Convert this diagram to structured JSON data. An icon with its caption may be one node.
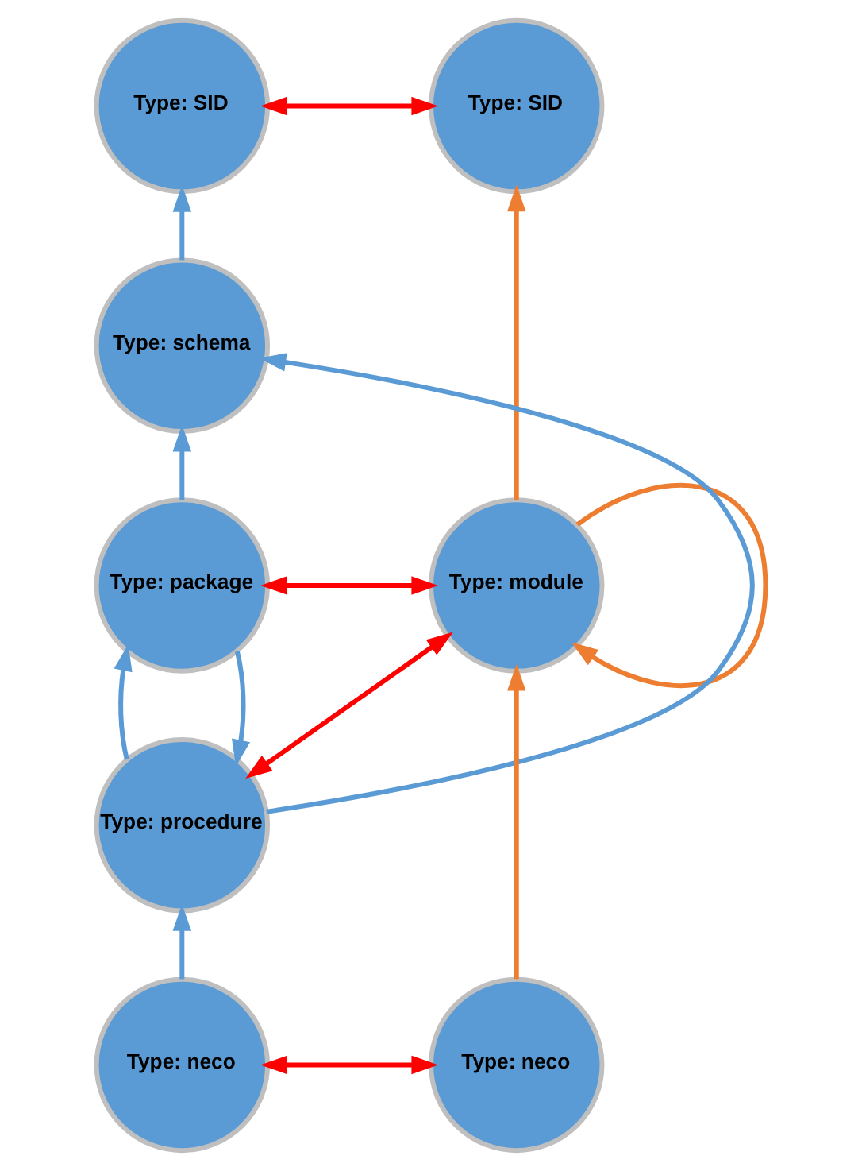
{
  "diagram": {
    "nodes": [
      {
        "text": [
          "Type: SID"
        ]
      },
      {
        "text": [
          "Type: SID"
        ]
      },
      {
        "text": [
          "Type: schema"
        ]
      },
      {
        "text": [
          "Type: package"
        ]
      },
      {
        "text": [
          "Type: module"
        ]
      },
      {
        "text": [
          "Type: procedure"
        ]
      },
      {
        "text": [
          "Type: neco"
        ]
      },
      {
        "text": [
          "Type: neco"
        ]
      }
    ],
    "edges": [
      {
        "from": 0,
        "to": 1,
        "arrow": "both",
        "color": "#ff0000"
      },
      {
        "from": 2,
        "to": 0,
        "arrow": "to"
      },
      {
        "from": 3,
        "to": 2,
        "arrow": "to"
      },
      {
        "from": 5,
        "to": 3,
        "arrow": "to"
      },
      {
        "from": 6,
        "to": 5,
        "arrow": "to"
      },
      {
        "from": 5,
        "to": 2,
        "arrow": "to"
      },
      {
        "from": 3,
        "to": 5,
        "arrow": "to"
      },
      {
        "from": 3,
        "to": 4,
        "arrow": "both",
        "color": "#ff0000"
      },
      {
        "from": 4,
        "to": 5,
        "arrow": "both",
        "color": "#ff0000"
      },
      {
        "from": 4,
        "to": 1,
        "arrow": "to",
        "color": "#ed7d31"
      },
      {
        "from": 4,
        "to": 4,
        "arrow": "to",
        "color": "#ed7d31"
      },
      {
        "from": 7,
        "to": 4,
        "arrow": "to",
        "color": "#ed7d31"
      },
      {
        "from": 6,
        "to": 7,
        "arrow": "both",
        "color": "#ff0000"
      }
    ]
  }
}
